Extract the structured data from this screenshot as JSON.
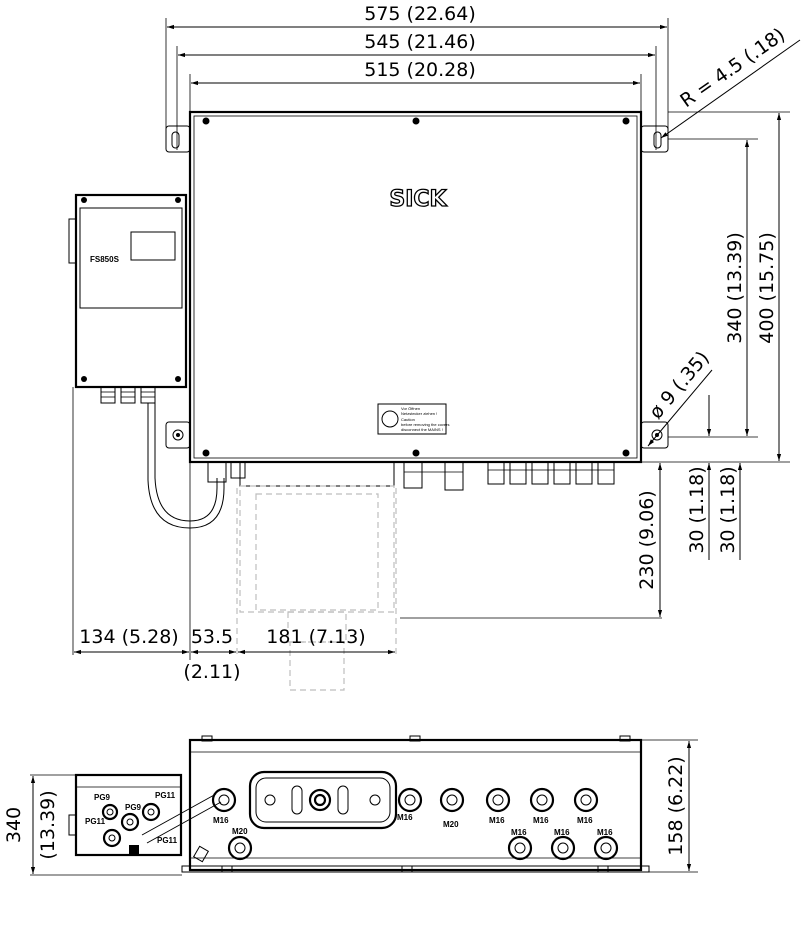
{
  "top_view": {
    "dims": {
      "w575": "575 (22.64)",
      "w545": "545 (21.46)",
      "w515": "515 (20.28)",
      "radius": "R = 4.5 (.18)",
      "h340": "340 (13.39)",
      "h400": "400 (15.75)",
      "hole": "ø 9 (.35)",
      "d30a": "30 (1.18)",
      "d30b": "30 (1.18)",
      "d230": "230 (9.06)",
      "d134": "134 (5.28)",
      "d53": "53.5",
      "d53in": "(2.11)",
      "d181": "181 (7.13)"
    },
    "logo": "SICK",
    "device": "FS850S",
    "label_lines": [
      "Vor Öffnen",
      "Netzstecker ziehen !",
      "Caution",
      "before removing the covers",
      "disconnect the MAINS !"
    ]
  },
  "bottom_view": {
    "dims": {
      "h340": "340",
      "h340in": "(13.39)",
      "h158": "158 (6.22)"
    },
    "labels": {
      "pg9a": "PG9",
      "pg9b": "PG9",
      "pg11a": "PG11",
      "pg11b": "PG11",
      "pg11c": "PG11",
      "m16_1": "M16",
      "m20_1": "M20",
      "m16_2": "M16",
      "m20_2": "M20",
      "m16_3": "M16",
      "m16_4": "M16",
      "m16_5": "M16",
      "m16_6": "M16",
      "m16_7": "M16",
      "m16_8": "M16"
    }
  }
}
